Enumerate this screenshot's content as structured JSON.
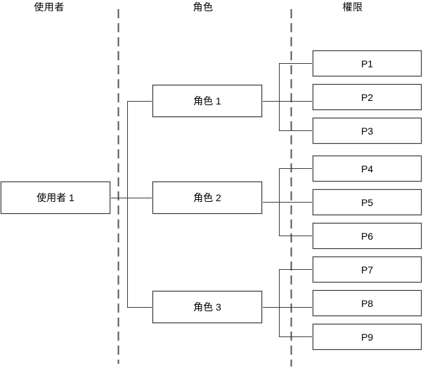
{
  "columns": {
    "users": "使用者",
    "roles": "角色",
    "permissions": "權限"
  },
  "nodes": {
    "user": "使用者 1",
    "roles": [
      "角色 1",
      "角色 2",
      "角色 3"
    ],
    "permissions": [
      "P1",
      "P2",
      "P3",
      "P4",
      "P5",
      "P6",
      "P7",
      "P8",
      "P9"
    ]
  },
  "edges": {
    "user_to_roles": [
      "角色 1",
      "角色 2",
      "角色 3"
    ],
    "role_permissions": {
      "角色 1": [
        "P1",
        "P2",
        "P3"
      ],
      "角色 2": [
        "P4",
        "P5",
        "P6"
      ],
      "角色 3": [
        "P7",
        "P8",
        "P9"
      ]
    }
  },
  "colors": {
    "line": "#3b3b3b",
    "divider": "#555555",
    "box_border": "#3b3b3b",
    "box_fill": "#ffffff",
    "text": "#000000",
    "background": "#ffffff"
  }
}
